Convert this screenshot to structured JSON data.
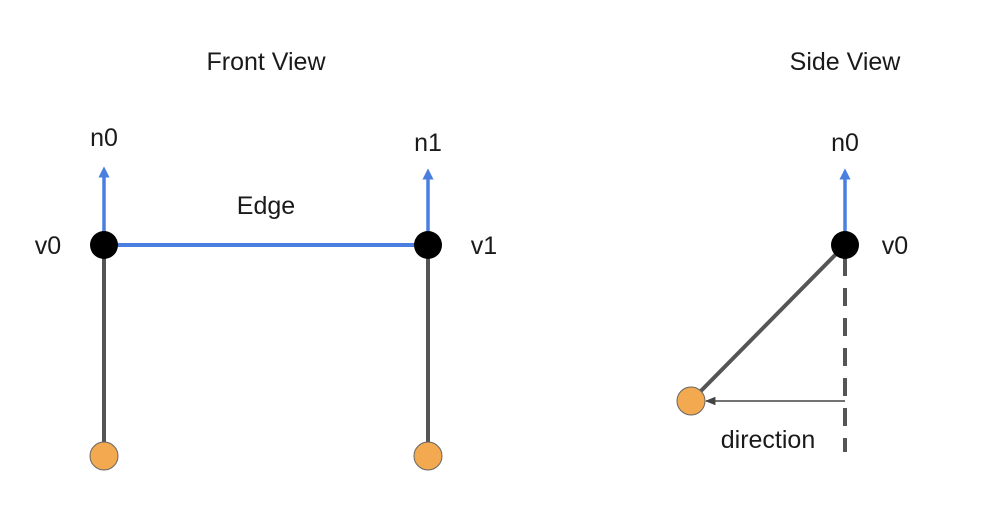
{
  "front_view": {
    "title": "Front View",
    "edge_label": "Edge",
    "vertex_left": "v0",
    "vertex_right": "v1",
    "normal_left": "n0",
    "normal_right": "n1"
  },
  "side_view": {
    "title": "Side View",
    "vertex": "v0",
    "normal": "n0",
    "direction_label": "direction"
  },
  "colors": {
    "normal_blue": "#4a7fe0",
    "line_gray": "#555555",
    "vertex_black": "#000000",
    "point_orange": "#f2a950"
  }
}
